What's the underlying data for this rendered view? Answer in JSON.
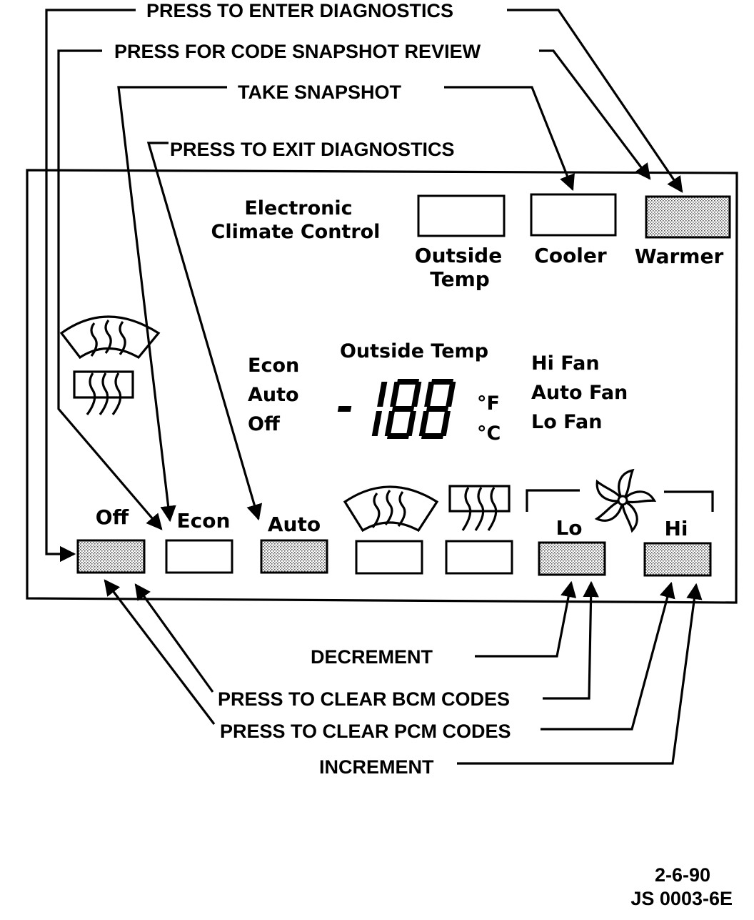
{
  "callouts": {
    "enter_diagnostics": "PRESS TO ENTER DIAGNOSTICS",
    "code_snapshot_review": "PRESS FOR CODE SNAPSHOT REVIEW",
    "take_snapshot": "TAKE SNAPSHOT",
    "exit_diagnostics": "PRESS TO EXIT DIAGNOSTICS",
    "decrement": "DECREMENT",
    "clear_bcm": "PRESS TO CLEAR BCM CODES",
    "clear_pcm": "PRESS TO CLEAR PCM CODES",
    "increment": "INCREMENT"
  },
  "panel": {
    "title_line1": "Electronic",
    "title_line2": "Climate Control",
    "top_buttons": {
      "outside_temp_line1": "Outside",
      "outside_temp_line2": "Temp",
      "cooler": "Cooler",
      "warmer": "Warmer"
    },
    "display": {
      "heading": "Outside Temp",
      "digits": "-188",
      "unit_f": "°F",
      "unit_c": "°C",
      "modes": [
        "Econ",
        "Auto",
        "Off"
      ],
      "fan_modes": [
        "Hi Fan",
        "Auto Fan",
        "Lo Fan"
      ]
    },
    "bottom_buttons": {
      "off": "Off",
      "econ": "Econ",
      "auto": "Auto",
      "lo": "Lo",
      "hi": "Hi"
    },
    "icons": [
      "windshield-defrost-icon",
      "rear-defrost-icon",
      "fan-icon"
    ]
  },
  "footer": {
    "date": "2-6-90",
    "code": "JS 0003-6E"
  }
}
